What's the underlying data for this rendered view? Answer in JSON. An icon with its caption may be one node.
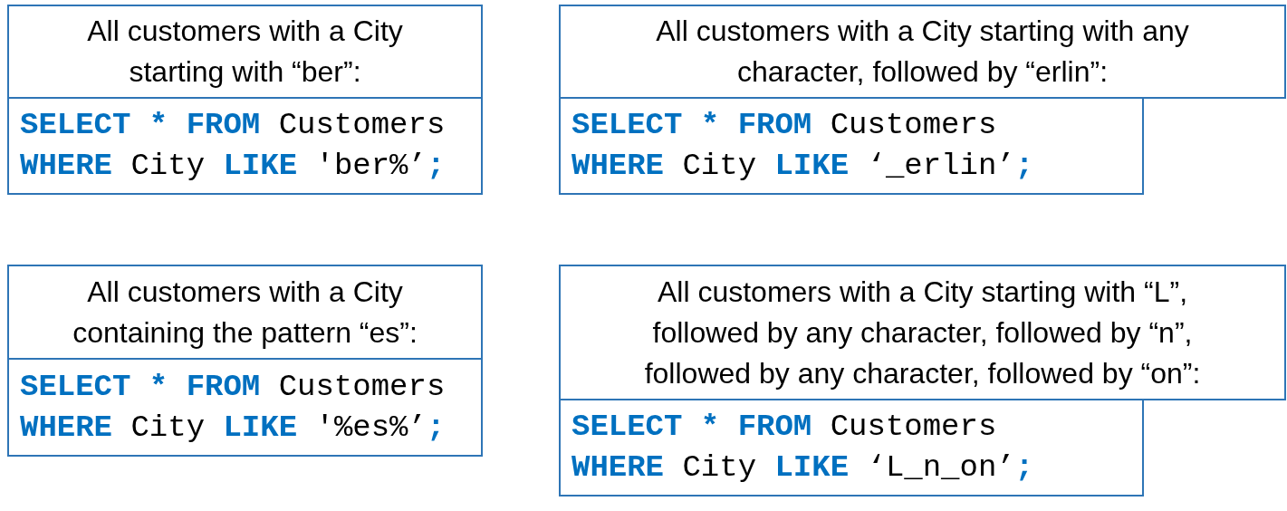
{
  "diagram": {
    "nodes": [
      {
        "text": [
          "All customers with a City starting with “ber”:"
        ]
      },
      {
        "text": [
          "**SELECT * FROM** Customers **WHERE** City **LIKE** 'ber%’**;**"
        ]
      },
      {
        "text": [
          "All customers with a City starting with any character, followed by “erlin”:"
        ]
      },
      {
        "text": [
          "**SELECT * FROM** Customers **WHERE** City **LIKE** ‘_erlin’**;**"
        ]
      },
      {
        "text": [
          "All customers with a City containing the pattern “es”:"
        ]
      },
      {
        "text": [
          "**SELECT * FROM** Customers **WHERE** City **LIKE** '%es%’**;**"
        ]
      },
      {
        "text": [
          "All customers with a City starting with “L”, followed by any character, followed by “n”, followed by any character, followed by “on”:"
        ]
      },
      {
        "text": [
          "**SELECT * FROM** Customers **WHERE** City **LIKE** ‘L_n_on’**;**"
        ]
      }
    ]
  }
}
